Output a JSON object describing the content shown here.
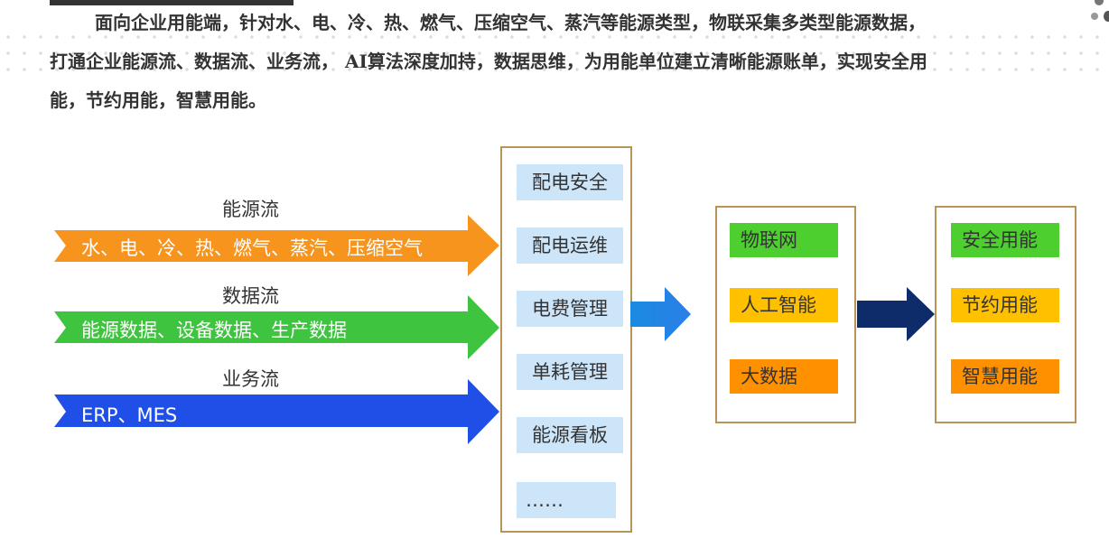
{
  "intro": {
    "line1": "面向企业用能端，针对水、电、冷、热、燃气、压缩空气、蒸汽等能源类型，物联采集多类型能源数据，",
    "line2": "打通企业能源流、数据流、业务流， AI算法深度加持，数据思维，为用能单位建立清晰能源账单，实现安全用",
    "line3": "能，节约用能，智慧用能。"
  },
  "flows": [
    {
      "title": "能源流",
      "text": "水、电、冷、热、燃气、蒸汽、压缩空气",
      "color": "#f7941d"
    },
    {
      "title": "数据流",
      "text": "能源数据、设备数据、生产数据",
      "color": "#3ec43e"
    },
    {
      "title": "业务流",
      "text": "ERP、MES",
      "color": "#1f4fe6"
    }
  ],
  "modules": [
    "配电安全",
    "配电运维",
    "电费管理",
    "单耗管理",
    "能源看板",
    "……"
  ],
  "tech": [
    "物联网",
    "人工智能",
    "大数据"
  ],
  "outcomes": [
    "安全用能",
    "节约用能",
    "智慧用能"
  ],
  "colors": {
    "arrow_mid": "#1a8be0",
    "arrow_dark": "#0e2c6a",
    "box_border": "#b99458"
  }
}
